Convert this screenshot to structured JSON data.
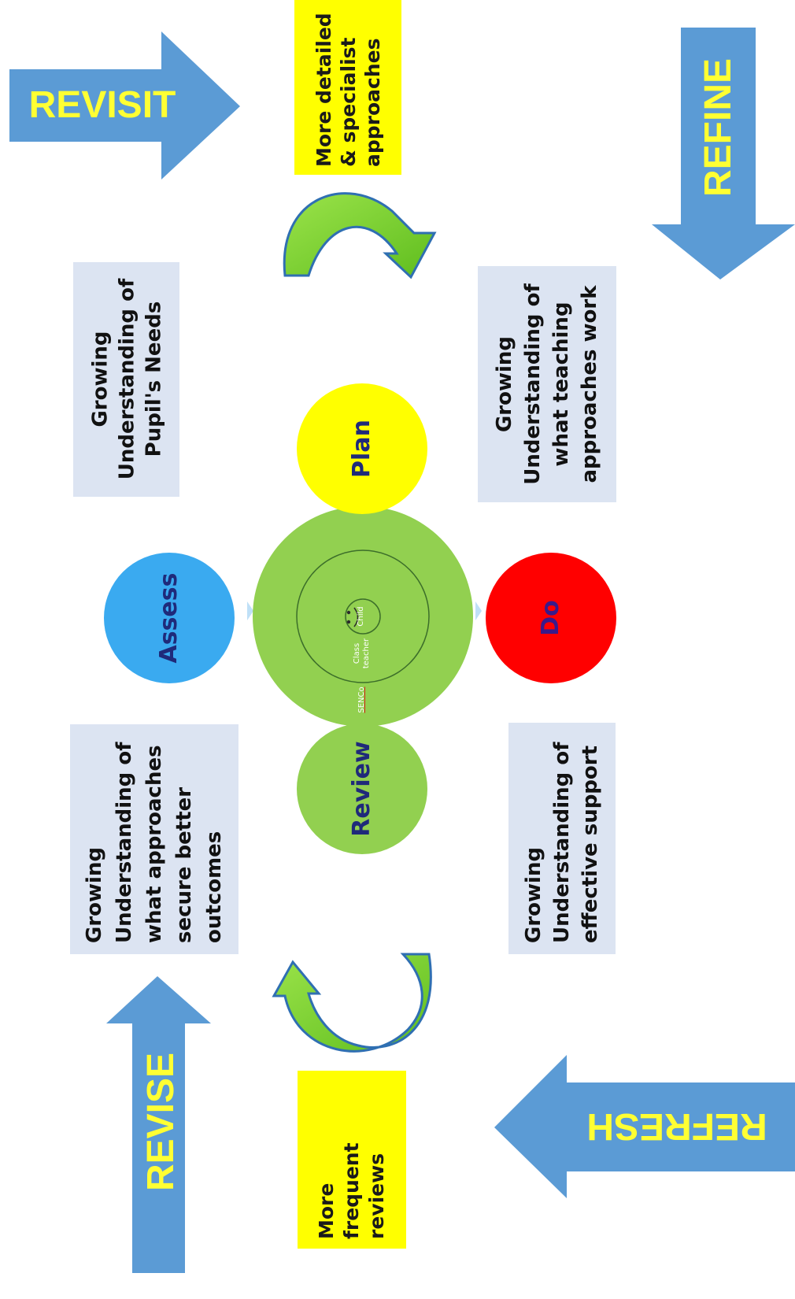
{
  "arrows": {
    "revisit": "REVISIT",
    "refine": "REFINE",
    "revise": "REVISE",
    "refresh": "REFRESH"
  },
  "yellow_notes": {
    "top": [
      "More detailed",
      "& specialist",
      "approaches"
    ],
    "bottom": [
      "More",
      "frequent",
      "reviews"
    ]
  },
  "info_boxes": {
    "pupils_needs": [
      "Growing",
      "Understanding of",
      "Pupil's Needs"
    ],
    "teaching_approaches": [
      "Growing",
      "Understanding of",
      "what teaching",
      "approaches work"
    ],
    "better_outcomes": [
      "Growing",
      "Understanding of",
      "what approaches",
      "secure better",
      "outcomes"
    ],
    "effective_support": [
      "Growing",
      "Understanding of",
      "effective support"
    ]
  },
  "cycle": {
    "plan": "Plan",
    "assess": "Assess",
    "do": "Do",
    "review": "Review"
  },
  "center": {
    "senco": "SENCo",
    "class_teacher": "Class teacher",
    "child": "Child"
  },
  "colors": {
    "arrow_blue": "#5b9bd5",
    "label_yellow": "#ffff33",
    "note_yellow": "#ffff00",
    "box_bg": "#dce4f2",
    "plan_yellow": "#ffff00",
    "assess_blue": "#3aaaf0",
    "do_red": "#ff0000",
    "green": "#92d050",
    "navy_text": "#1f2a7a"
  }
}
